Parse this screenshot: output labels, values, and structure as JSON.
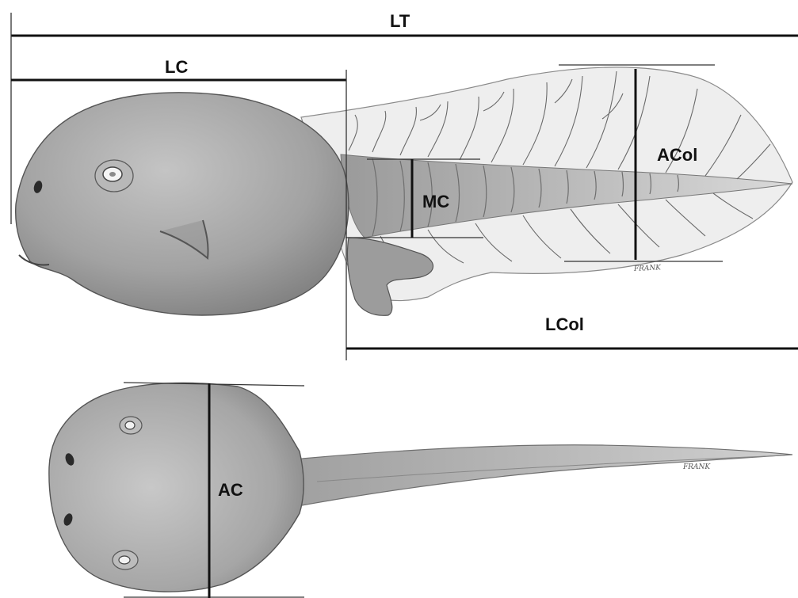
{
  "labels": {
    "total_length": "LT",
    "head_length": "LC",
    "tail_length": "LCol",
    "tail_height": "ACol",
    "tail_muscle_height": "MC",
    "head_width": "AC"
  },
  "signature": "FRANK",
  "colors": {
    "measure_line": "#111111",
    "body_shading": "#9a9a9a",
    "fin_fill": "#ececec",
    "background": "#ffffff"
  }
}
